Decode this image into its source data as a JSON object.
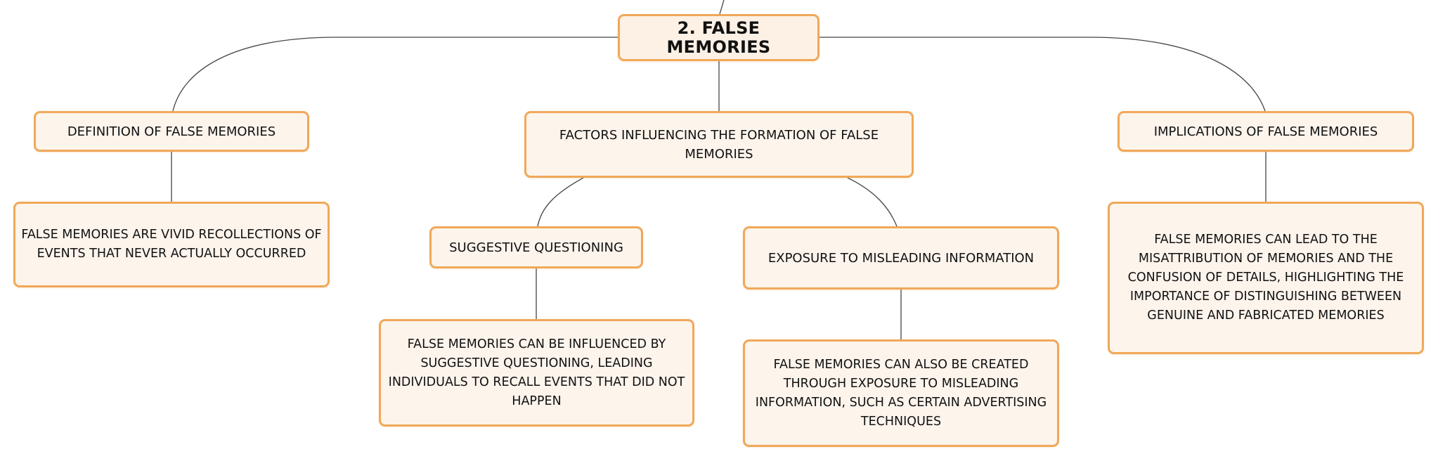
{
  "colors": {
    "node_border": "#f0a859",
    "node_fill": "#fdf4ec",
    "connector": "#444444",
    "text": "#111111"
  },
  "nodes": {
    "root": "2. FALSE MEMORIES",
    "definition": "DEFINITION OF FALSE MEMORIES",
    "definition_detail": "FALSE MEMORIES ARE VIVID RECOLLECTIONS OF EVENTS THAT NEVER ACTUALLY OCCURRED",
    "factors": "FACTORS INFLUENCING THE FORMATION OF FALSE MEMORIES",
    "suggestive": "SUGGESTIVE QUESTIONING",
    "suggestive_detail": "FALSE MEMORIES CAN BE INFLUENCED BY SUGGESTIVE QUESTIONING, LEADING INDIVIDUALS TO RECALL EVENTS THAT DID NOT HAPPEN",
    "exposure": "EXPOSURE TO MISLEADING INFORMATION",
    "exposure_detail": "FALSE MEMORIES CAN ALSO BE CREATED THROUGH EXPOSURE TO MISLEADING INFORMATION, SUCH AS CERTAIN ADVERTISING TECHNIQUES",
    "implications": "IMPLICATIONS OF FALSE MEMORIES",
    "implications_detail": "FALSE MEMORIES CAN LEAD TO THE MISATTRIBUTION OF MEMORIES AND THE CONFUSION OF DETAILS, HIGHLIGHTING THE IMPORTANCE OF DISTINGUISHING BETWEEN GENUINE AND FABRICATED MEMORIES"
  }
}
